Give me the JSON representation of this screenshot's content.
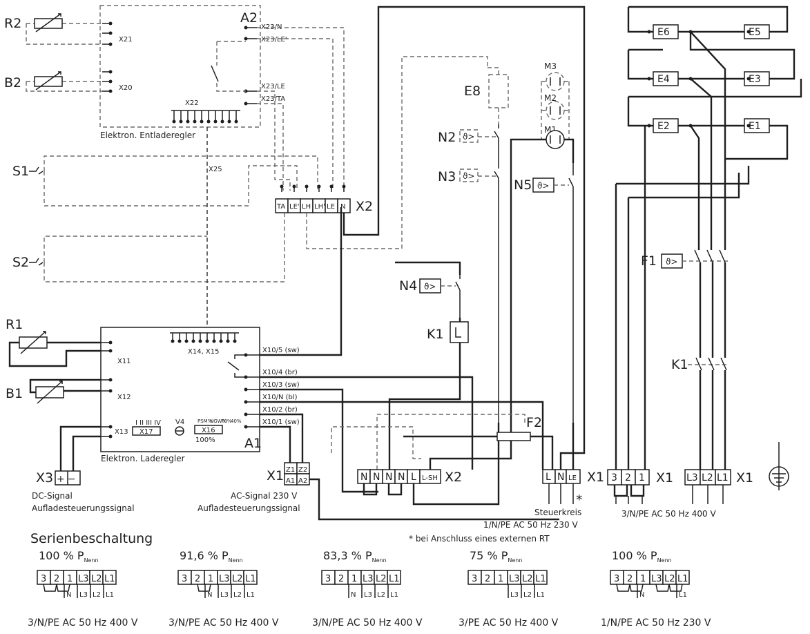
{
  "components": {
    "R2": "R2",
    "B2": "B2",
    "A2": "A2",
    "S1": "S1",
    "S2": "S2",
    "R1": "R1",
    "B1": "B1",
    "E8": "E8",
    "N2": "N2",
    "N3": "N3",
    "N4": "N4",
    "N5": "N5",
    "K1": "K1",
    "F1": "F1",
    "F2": "F2",
    "M1": "M1",
    "M2": "M2",
    "M3": "M3",
    "A1": "A1",
    "X3": "X3",
    "E1": "E1",
    "E2": "E2",
    "E3": "E3",
    "E4": "E4",
    "E5": "E5",
    "E6": "E6"
  },
  "thermo_symbol": "ϑ>",
  "discharge_controller": {
    "title": "Elektron. Entladeregler",
    "terminals": [
      "X21",
      "X20",
      "X22",
      "X25"
    ],
    "ports": [
      "X23/N",
      "X23/LE'",
      "X23/LE",
      "X23/TA"
    ]
  },
  "charge_controller": {
    "title": "Elektron. Laderegler",
    "terminals": [
      "X11",
      "X12",
      "X13",
      "X14, X15",
      "X17",
      "X16",
      "V4"
    ],
    "ports": [
      "X10/5 (sw)",
      "X10/4 (br)",
      "X10/3 (sw)",
      "X10/N (bl)",
      "X10/2 (br)",
      "X10/1 (sw)"
    ],
    "x17_marks": "I  II  III  IV",
    "x16_marks": [
      "PSM%",
      "NGW%",
      "70%",
      "40%"
    ],
    "x16_percent": "100%"
  },
  "terminal_block_x2_top": {
    "label": "X2",
    "cells": [
      "TA",
      "LE'",
      "LH",
      "LH'",
      "LE",
      "N"
    ]
  },
  "terminal_block_x2_bottom": {
    "label": "X2",
    "cells": [
      "N",
      "N",
      "N",
      "N",
      "L",
      "L-SH"
    ]
  },
  "terminal_block_x1_ctrl": {
    "label": "X1",
    "cells": [
      "L",
      "N",
      "LE"
    ]
  },
  "terminal_block_x1_3": {
    "label": "X1",
    "cells": [
      "3",
      "2",
      "1"
    ]
  },
  "terminal_block_x1_L": {
    "label": "X1",
    "cells": [
      "L3",
      "L2",
      "L1"
    ]
  },
  "ac_terminal": {
    "label": "X1",
    "cells": [
      "Z1",
      "Z2",
      "A1",
      "A2"
    ]
  },
  "x3_symbols": "+−",
  "captions": {
    "dc_signal": "DC-Signal",
    "dc_signal_desc": "Aufladesteuerungssignal",
    "ac_signal": "AC-Signal 230 V",
    "ac_signal_desc": "Aufladesteuerungssignal",
    "control": "Steuerkreis",
    "control_supply": "1/N/PE AC 50 Hz 230 V",
    "rt_note": "*  bei Anschluss eines externen RT",
    "main_supply": "3/N/PE AC 50 Hz 400 V",
    "star": "*"
  },
  "series": {
    "title": "Serienbeschaltung",
    "subscript": "Nenn",
    "cells": [
      "3",
      "2",
      "1",
      "L3",
      "L2",
      "L1"
    ],
    "variants": [
      {
        "power": "100 % P",
        "supply": "3/N/PE AC 50 Hz 400 V",
        "below": [
          "N",
          "L3",
          "L2",
          "L1"
        ]
      },
      {
        "power": "91,6 % P",
        "supply": "3/N/PE AC 50 Hz 400 V",
        "below": [
          "N",
          "L3",
          "L2",
          "L1"
        ]
      },
      {
        "power": "83,3 % P",
        "supply": "3/N/PE AC 50 Hz 400 V",
        "below": [
          "N",
          "L3",
          "L2",
          "L1"
        ]
      },
      {
        "power": "75 % P",
        "supply": "3/PE AC 50 Hz 400 V",
        "below": [
          "L3",
          "L2",
          "L1"
        ]
      },
      {
        "power": "100 % P",
        "supply": "1/N/PE AC 50 Hz 230 V",
        "below": [
          "N",
          "L1"
        ]
      }
    ]
  }
}
